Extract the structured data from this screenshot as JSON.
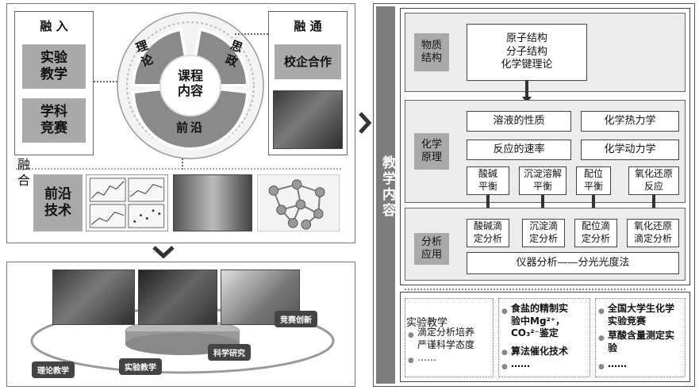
{
  "left": {
    "rongru_title": "融 入",
    "rongru_items": [
      "实验\n教学",
      "学科\n竞赛"
    ],
    "circle": {
      "center": "课程\n内容",
      "seg_theory": "理论",
      "seg_ideology": "思政",
      "seg_frontier": "前沿"
    },
    "rongtong_title": "融 通",
    "rongtong_item": "校企合作",
    "ronghe_label": "融\n合",
    "frontier_tech": "前沿\n技术"
  },
  "bottom": {
    "labels": [
      "理论教学",
      "实验教学",
      "科学研究",
      "竞赛创新"
    ]
  },
  "right": {
    "vertical_title": "教学内容",
    "structure": {
      "label": "物质\n结构",
      "content": "原子结构\n分子结构\n化学键理论"
    },
    "principle": {
      "label": "化学\n原理",
      "topics": [
        "溶液的性质",
        "化学热力学",
        "反应的速率",
        "化学动力学"
      ],
      "equilibria": [
        "酸碱\n平衡",
        "沉淀溶解\n平衡",
        "配位\n平衡",
        "氧化还原\n反应"
      ]
    },
    "application": {
      "label": "分析\n应用",
      "methods": [
        "酸碱滴\n定分析",
        "沉淀滴\n定分析",
        "配位滴\n定分析",
        "氧化还原\n滴定分析"
      ],
      "instrument": "仪器分析——分光光度法"
    },
    "practice": [
      {
        "title": "实验教学",
        "items": [
          "滴定分析培养\n严谨科学态度",
          "……"
        ]
      },
      {
        "title": "",
        "items": [
          "食盐的精制实\n验中Mg²⁺，\nCO₃²⁻鉴定",
          "算法催化技术",
          "……"
        ]
      },
      {
        "title": "",
        "items": [
          "全国大学生化学\n实验竞赛",
          "草酸含量测定实\n验",
          "……"
        ]
      }
    ]
  }
}
